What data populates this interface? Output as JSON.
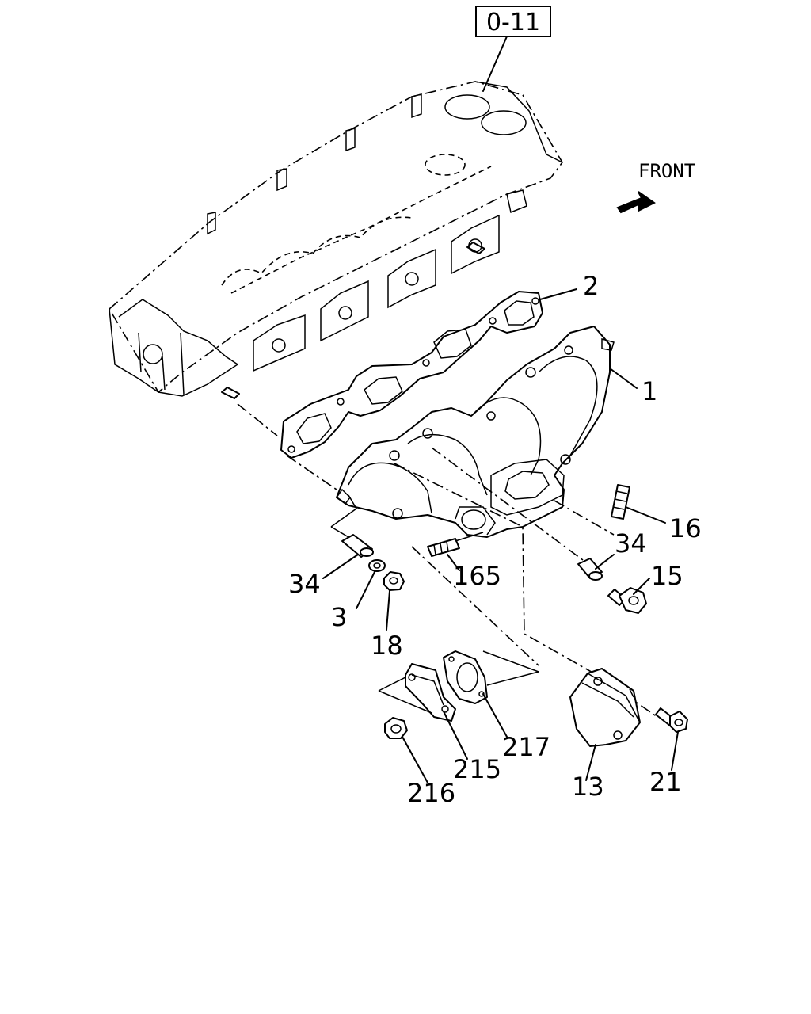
{
  "diagram": {
    "reference_box": "0-11",
    "direction_label": "FRONT",
    "parts": [
      {
        "id": "p1",
        "label": "1"
      },
      {
        "id": "p2",
        "label": "2"
      },
      {
        "id": "p3",
        "label": "3"
      },
      {
        "id": "p13",
        "label": "13"
      },
      {
        "id": "p15",
        "label": "15"
      },
      {
        "id": "p16",
        "label": "16"
      },
      {
        "id": "p18",
        "label": "18"
      },
      {
        "id": "p21",
        "label": "21"
      },
      {
        "id": "p34a",
        "label": "34"
      },
      {
        "id": "p34b",
        "label": "34"
      },
      {
        "id": "p165",
        "label": "165"
      },
      {
        "id": "p215",
        "label": "215"
      },
      {
        "id": "p216",
        "label": "216"
      },
      {
        "id": "p217",
        "label": "217"
      }
    ]
  }
}
